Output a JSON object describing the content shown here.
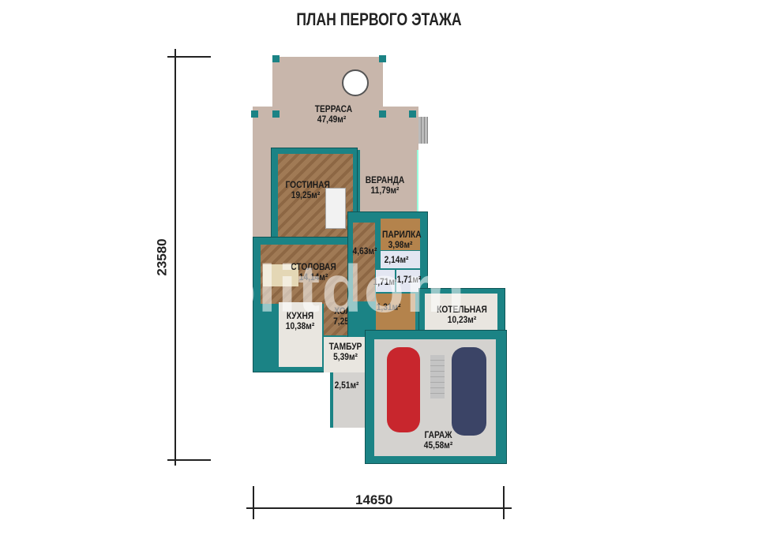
{
  "title": "ПЛАН ПЕРВОГО ЭТАЖА",
  "dimensions": {
    "height": "23580",
    "width": "14650"
  },
  "watermark": "holitdom",
  "colors": {
    "wall": "#1b8385",
    "terrace": "#c8b6ab",
    "car_red": "#c8262d",
    "car_blue": "#3b4466"
  },
  "rooms": {
    "terrace": {
      "name": "ТЕРРАСА",
      "area": "47,49м²"
    },
    "living": {
      "name": "ГОСТИНАЯ",
      "area": "19,25м²"
    },
    "veranda": {
      "name": "ВЕРАНДА",
      "area": "11,79м²"
    },
    "sauna": {
      "name": "ПАРИЛКА",
      "area": "3,98м²"
    },
    "corridor": {
      "area": "4,63м²"
    },
    "shower": {
      "area": "2,14м²"
    },
    "wc1": {
      "area": "1,71м²"
    },
    "wc2": {
      "area": "1,71м²"
    },
    "dining": {
      "name": "СТОЛОВАЯ",
      "area": "14,14м²"
    },
    "storage": {
      "area": "1,31м²"
    },
    "kitchen": {
      "name": "КУХНЯ",
      "area": "10,38м²"
    },
    "hall": {
      "name": "ХОЛЛ",
      "area": "7,25м²"
    },
    "boiler": {
      "name": "КОТЕЛЬНАЯ",
      "area": "10,23м²"
    },
    "vestibule": {
      "name": "ТАМБУР",
      "area": "5,39м²"
    },
    "porch": {
      "area": "2,51м²"
    },
    "garage": {
      "name": "ГАРАЖ",
      "area": "45,58м²"
    }
  }
}
